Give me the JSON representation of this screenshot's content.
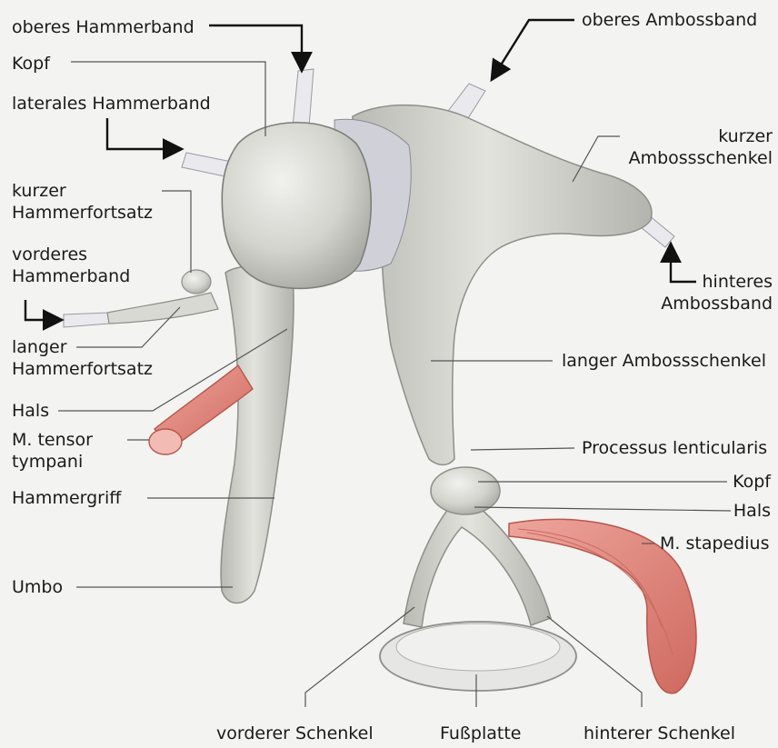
{
  "colors": {
    "bone": "#d6d7d0",
    "bone_shadow": "#9fa09a",
    "bone_light": "#eeeeea",
    "ligament": "#e9e9ee",
    "muscle": "#e48a80",
    "muscle_dark": "#b8564d",
    "leader": "#555555",
    "arrow": "#111111"
  },
  "labels": {
    "oberes_hammerband": "oberes Hammerband",
    "kopf_hammer": "Kopf",
    "laterales_hammerband": "laterales Hammerband",
    "kurzer_hammerfortsatz_1": "kurzer",
    "kurzer_hammerfortsatz_2": "Hammerfortsatz",
    "vorderes_hammerband_1": "vorderes",
    "vorderes_hammerband_2": "Hammerband",
    "langer_hammerfortsatz_1": "langer",
    "langer_hammerfortsatz_2": "Hammerfortsatz",
    "hals_hammer": "Hals",
    "m_tensor_1": "M. tensor",
    "m_tensor_2": "tympani",
    "hammergriff": "Hammergriff",
    "umbo": "Umbo",
    "oberes_ambossband": "oberes Ambossband",
    "kurzer_ambossschenkel_1": "kurzer",
    "kurzer_ambossschenkel_2": "Ambossschenkel",
    "hinteres_ambossband_1": "hinteres",
    "hinteres_ambossband_2": "Ambossband",
    "langer_ambossschenkel": "langer Ambossschenkel",
    "processus_lenticularis": "Processus lenticularis",
    "kopf_steigbuegel": "Kopf",
    "hals_steigbuegel": "Hals",
    "m_stapedius": "M. stapedius",
    "vorderer_schenkel": "vorderer Schenkel",
    "fussplatte": "Fußplatte",
    "hinterer_schenkel": "hinterer Schenkel"
  }
}
